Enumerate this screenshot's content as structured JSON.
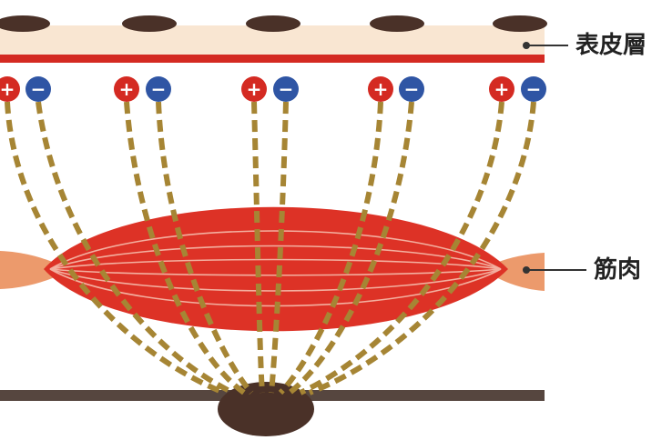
{
  "labels": {
    "epidermis": "表皮層",
    "muscle": "筋肉"
  },
  "symbols": {
    "positive": "+",
    "negative": "−"
  },
  "electrode_pair_count": 5,
  "colors": {
    "skin_band": "#f9e6d2",
    "skin_line": "#d42a22",
    "ellipse": "#4a3128",
    "wire": "#a68534",
    "muscle": "#dd3226",
    "muscle_fiber": "#f3b0a0",
    "tendon": "#ec9a6c",
    "bone": "#56463f",
    "positive": "#d42a22",
    "negative": "#2f55a4",
    "leader_line": "#333333"
  },
  "icons": {
    "positive": "plus-circle-icon",
    "negative": "minus-circle-icon"
  }
}
